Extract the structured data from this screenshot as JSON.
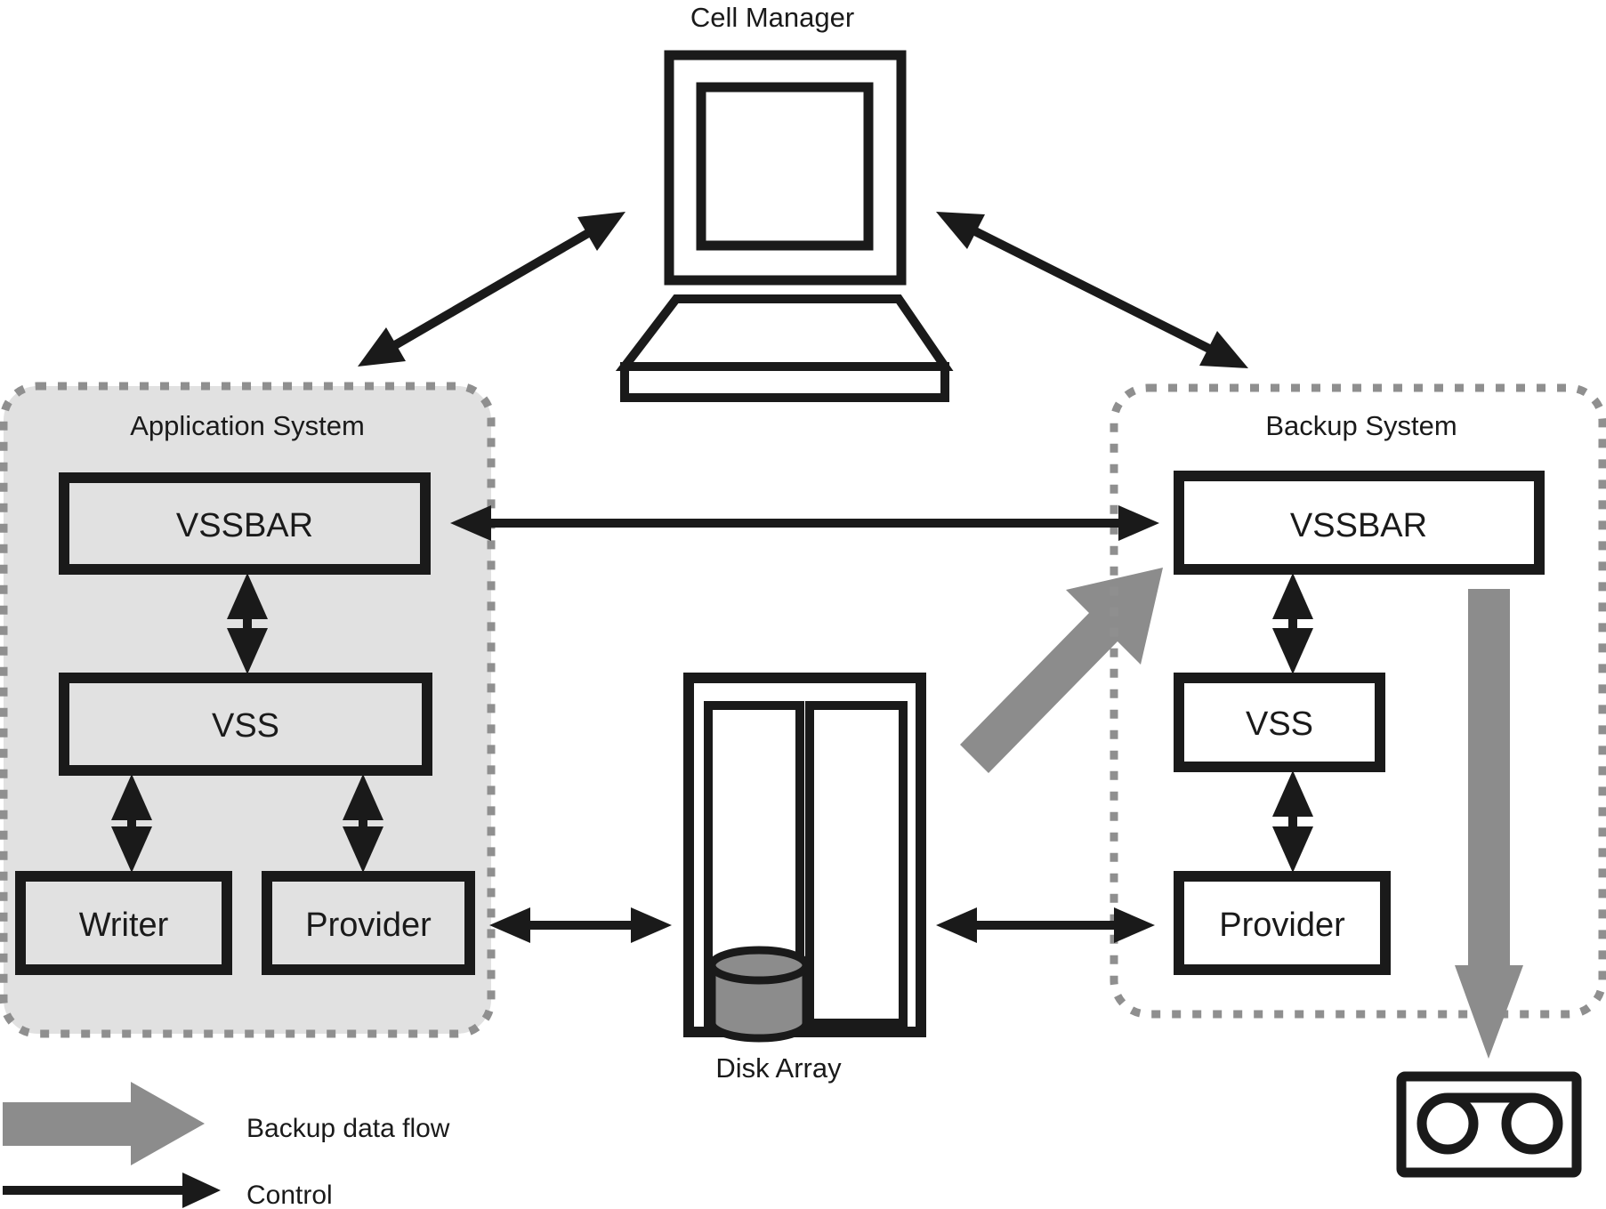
{
  "cell_manager": {
    "label": "Cell Manager"
  },
  "application_system": {
    "title": "Application System",
    "vssbar_label": "VSSBAR",
    "vss_label": "VSS",
    "writer_label": "Writer",
    "provider_label": "Provider"
  },
  "backup_system": {
    "title": "Backup System",
    "vssbar_label": "VSSBAR",
    "vss_label": "VSS",
    "provider_label": "Provider"
  },
  "disk_array": {
    "label": "Disk Array"
  },
  "legend": {
    "backup_data_flow_label": "Backup data flow",
    "control_label": "Control"
  },
  "colors": {
    "backup_flow_gray": "#8c8c8c",
    "application_panel_fill": "#e1e1e1",
    "dotted_border_gray": "#8f8f8f",
    "line_black": "#1a1a1a"
  }
}
